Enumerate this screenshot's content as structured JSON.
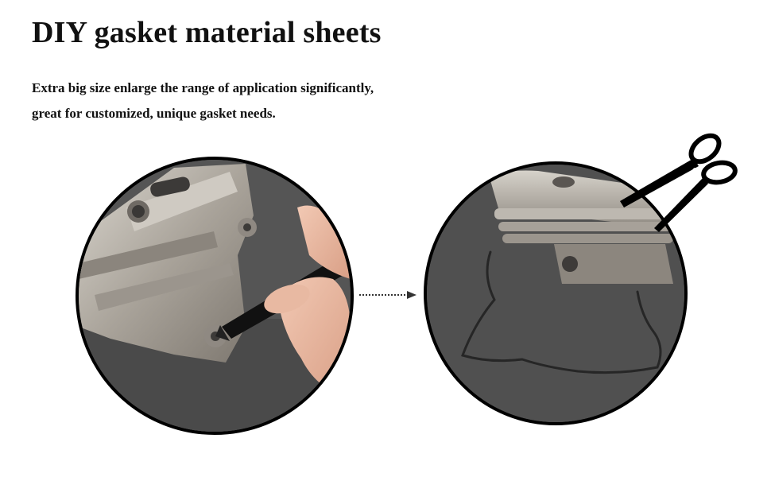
{
  "header": {
    "title": "DIY gasket material sheets"
  },
  "description": {
    "line1": "Extra big size enlarge the range of application significantly,",
    "line2": "great for customized, unique gasket needs."
  },
  "illustrations": {
    "left_photo": "marking-outline-photo",
    "right_photo": "traced-outline-photo",
    "arrow_icon": "dashed-arrow-right-icon",
    "scissors_icon": "scissors-icon"
  },
  "colors": {
    "text": "#111111",
    "circle_border": "#000000",
    "gasket_sheet": "#4d4d4d",
    "metal": "#b5b0a8"
  }
}
